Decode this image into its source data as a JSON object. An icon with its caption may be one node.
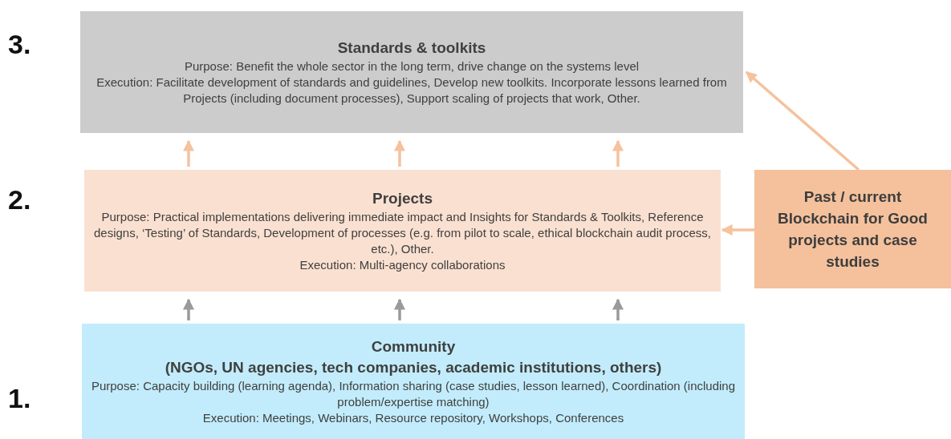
{
  "diagram": {
    "nodes": [
      {
        "text": [
          "Standards & toolkits",
          "Purpose: Benefit the whole sector in the long term, drive change on the systems level",
          "Execution: Facilitate development of standards and guidelines, Develop new toolkits.  Incorporate lessons learned from Projects (including document processes), Support scaling of projects that work, Other."
        ]
      },
      {
        "text": [
          "Projects",
          "Purpose: Practical implementations delivering immediate impact and Insights for Standards & Toolkits, Reference designs,  ‘Testing’ of Standards, Development of processes (e.g. from pilot to scale, ethical blockchain audit process, etc.), Other.",
          "Execution: Multi-agency collaborations"
        ]
      },
      {
        "text": [
          "Community",
          "(NGOs, UN agencies, tech companies, academic institutions, others)",
          "Purpose: Capacity building (learning agenda), Information sharing (case studies, lesson learned), Coordination (including problem/expertise matching)",
          "Execution: Meetings, Webinars, Resource repository, Workshops, Conferences"
        ]
      },
      {
        "text": [
          "Past / current Blockchain for Good projects and case studies"
        ]
      }
    ],
    "edges": [
      {
        "from": 1,
        "to": 0,
        "arrow": "to"
      },
      {
        "from": 1,
        "to": 0,
        "arrow": "to"
      },
      {
        "from": 1,
        "to": 0,
        "arrow": "to"
      },
      {
        "from": 2,
        "to": 1,
        "arrow": "to",
        "color": "#9a9a9a"
      },
      {
        "from": 2,
        "to": 1,
        "arrow": "to",
        "color": "#9a9a9a"
      },
      {
        "from": 2,
        "to": 1,
        "arrow": "to",
        "color": "#9a9a9a"
      },
      {
        "from": 3,
        "to": 0,
        "arrow": "to"
      },
      {
        "from": 3,
        "to": 1,
        "arrow": "to"
      }
    ],
    "labels": [
      "3.",
      "2.",
      "1."
    ]
  }
}
